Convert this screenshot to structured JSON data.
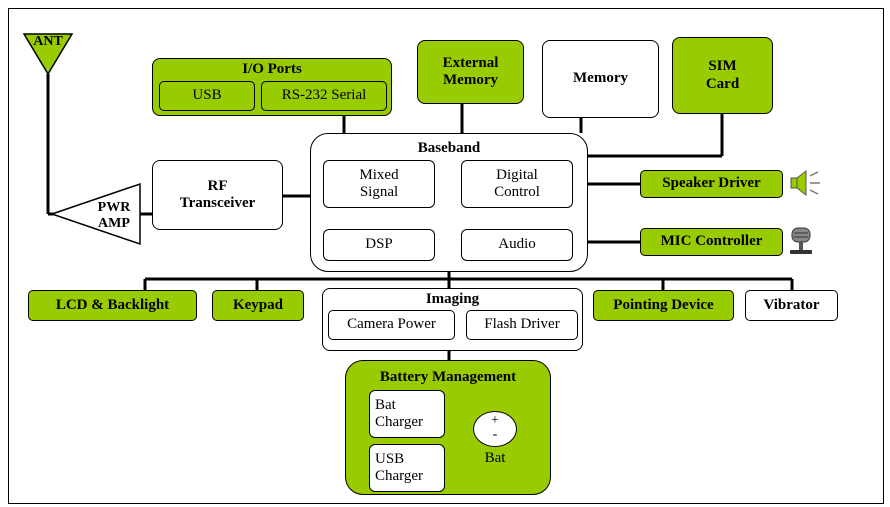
{
  "antenna": {
    "label": "ANT"
  },
  "pwr_amp": {
    "line1": "PWR",
    "line2": "AMP"
  },
  "rf": {
    "line1": "RF",
    "line2": "Transceiver"
  },
  "io_ports": {
    "title": "I/O Ports",
    "usb": "USB",
    "serial": "RS-232 Serial"
  },
  "external_memory": {
    "line1": "External",
    "line2": "Memory"
  },
  "memory": {
    "label": "Memory"
  },
  "sim_card": {
    "line1": "SIM",
    "line2": "Card"
  },
  "baseband": {
    "title": "Baseband",
    "mixed_signal": {
      "line1": "Mixed",
      "line2": "Signal"
    },
    "digital_control": {
      "line1": "Digital",
      "line2": "Control"
    },
    "dsp": "DSP",
    "audio": "Audio"
  },
  "speaker_driver": {
    "label": "Speaker Driver",
    "icon": "speaker-icon"
  },
  "mic_controller": {
    "label": "MIC Controller",
    "icon": "microphone-icon"
  },
  "lcd": {
    "label": "LCD & Backlight"
  },
  "keypad": {
    "label": "Keypad"
  },
  "imaging": {
    "title": "Imaging",
    "camera_power": "Camera Power",
    "flash_driver": "Flash Driver"
  },
  "pointing_device": {
    "label": "Pointing Device"
  },
  "vibrator": {
    "label": "Vibrator"
  },
  "battery": {
    "title": "Battery Management",
    "bat_charger": {
      "line1": "Bat",
      "line2": "Charger"
    },
    "usb_charger": {
      "line1": "USB",
      "line2": "Charger"
    },
    "bat": {
      "plus": "+",
      "minus": "-",
      "label": "Bat"
    }
  },
  "colors": {
    "green": "#99cc00",
    "line": "#000000"
  }
}
